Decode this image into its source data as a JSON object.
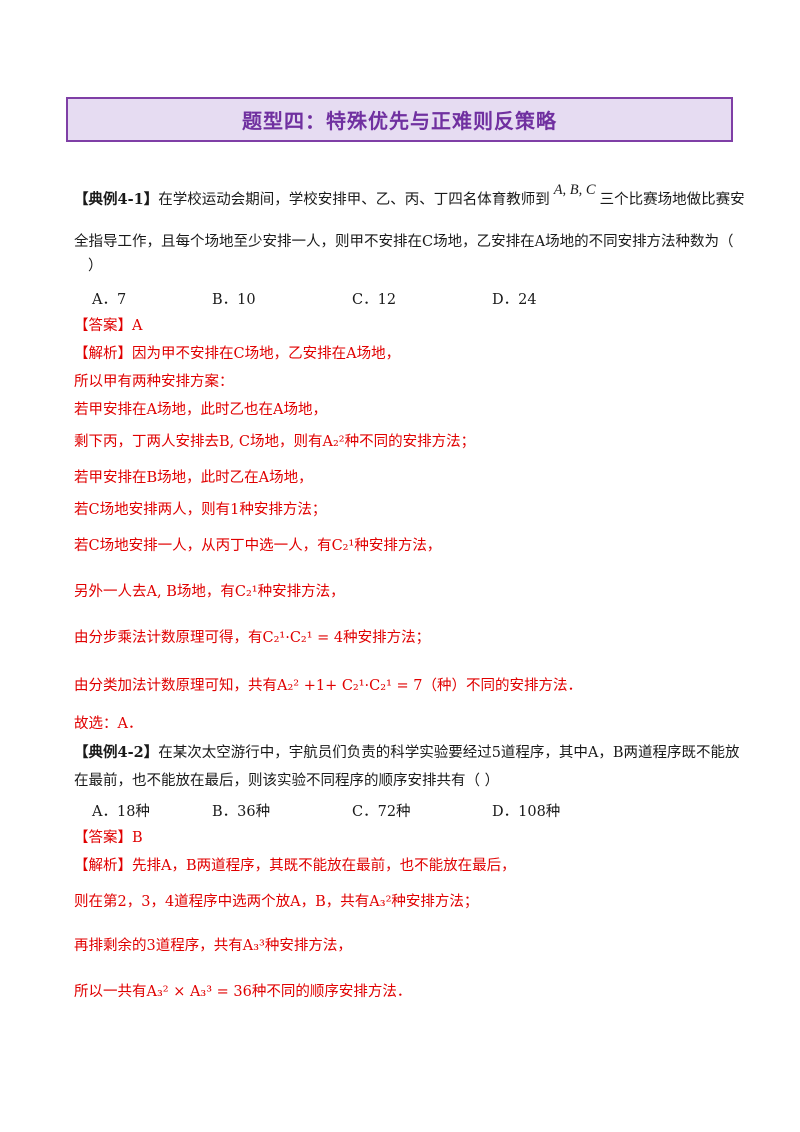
{
  "title": "题型四：特殊优先与正难则反策略",
  "ex1": {
    "tag": "【典例4-1】",
    "q_line1_a": "在学校运动会期间，学校安排甲、乙、丙、丁四名体育教师到",
    "q_line1_math": "A, B, C",
    "q_line1_b": "三个比赛场地做比赛安",
    "q_line2": "全指导工作，且每个场地至少安排一人，则甲不安排在C场地，乙安排在A场地的不同安排方法种数为（",
    "q_line3": "）",
    "options": [
      "A．7",
      "B．10",
      "C．12",
      "D．24"
    ],
    "answer": "【答案】A",
    "analysis_tag": "【解析】",
    "analysis": [
      "因为甲不安排在C场地，乙安排在A场地，",
      "所以甲有两种安排方案：",
      "若甲安排在A场地，此时乙也在A场地，",
      "剩下丙，丁两人安排去B, C场地，则有A₂²种不同的安排方法；",
      "若甲安排在B场地，此时乙在A场地，",
      "若C场地安排两人，则有1种安排方法；",
      "若C场地安排一人，从丙丁中选一人，有C₂¹种安排方法，",
      "另外一人去A, B场地，有C₂¹种安排方法，",
      "由分步乘法计数原理可得，有C₂¹·C₂¹ = 4种安排方法；",
      "由分类加法计数原理可知，共有A₂² +1+ C₂¹·C₂¹ = 7（种）不同的安排方法．",
      "故选：A．"
    ]
  },
  "ex2": {
    "tag": "【典例4-2】",
    "q_line1": "在某次太空游行中，宇航员们负责的科学实验要经过5道程序，其中A，B两道程序既不能放",
    "q_line2": "在最前，也不能放在最后，则该实验不同程序的顺序安排共有（    ）",
    "options": [
      "A．18种",
      "B．36种",
      "C．72种",
      "D．108种"
    ],
    "answer": "【答案】B",
    "analysis_tag": "【解析】",
    "analysis": [
      "先排A，B两道程序，其既不能放在最前，也不能放在最后，",
      "则在第2，3，4道程序中选两个放A，B，共有A₃²种安排方法；",
      "再排剩余的3道程序，共有A₃³种安排方法，",
      "所以一共有A₃² × A₃³ = 36种不同的顺序安排方法．"
    ]
  }
}
